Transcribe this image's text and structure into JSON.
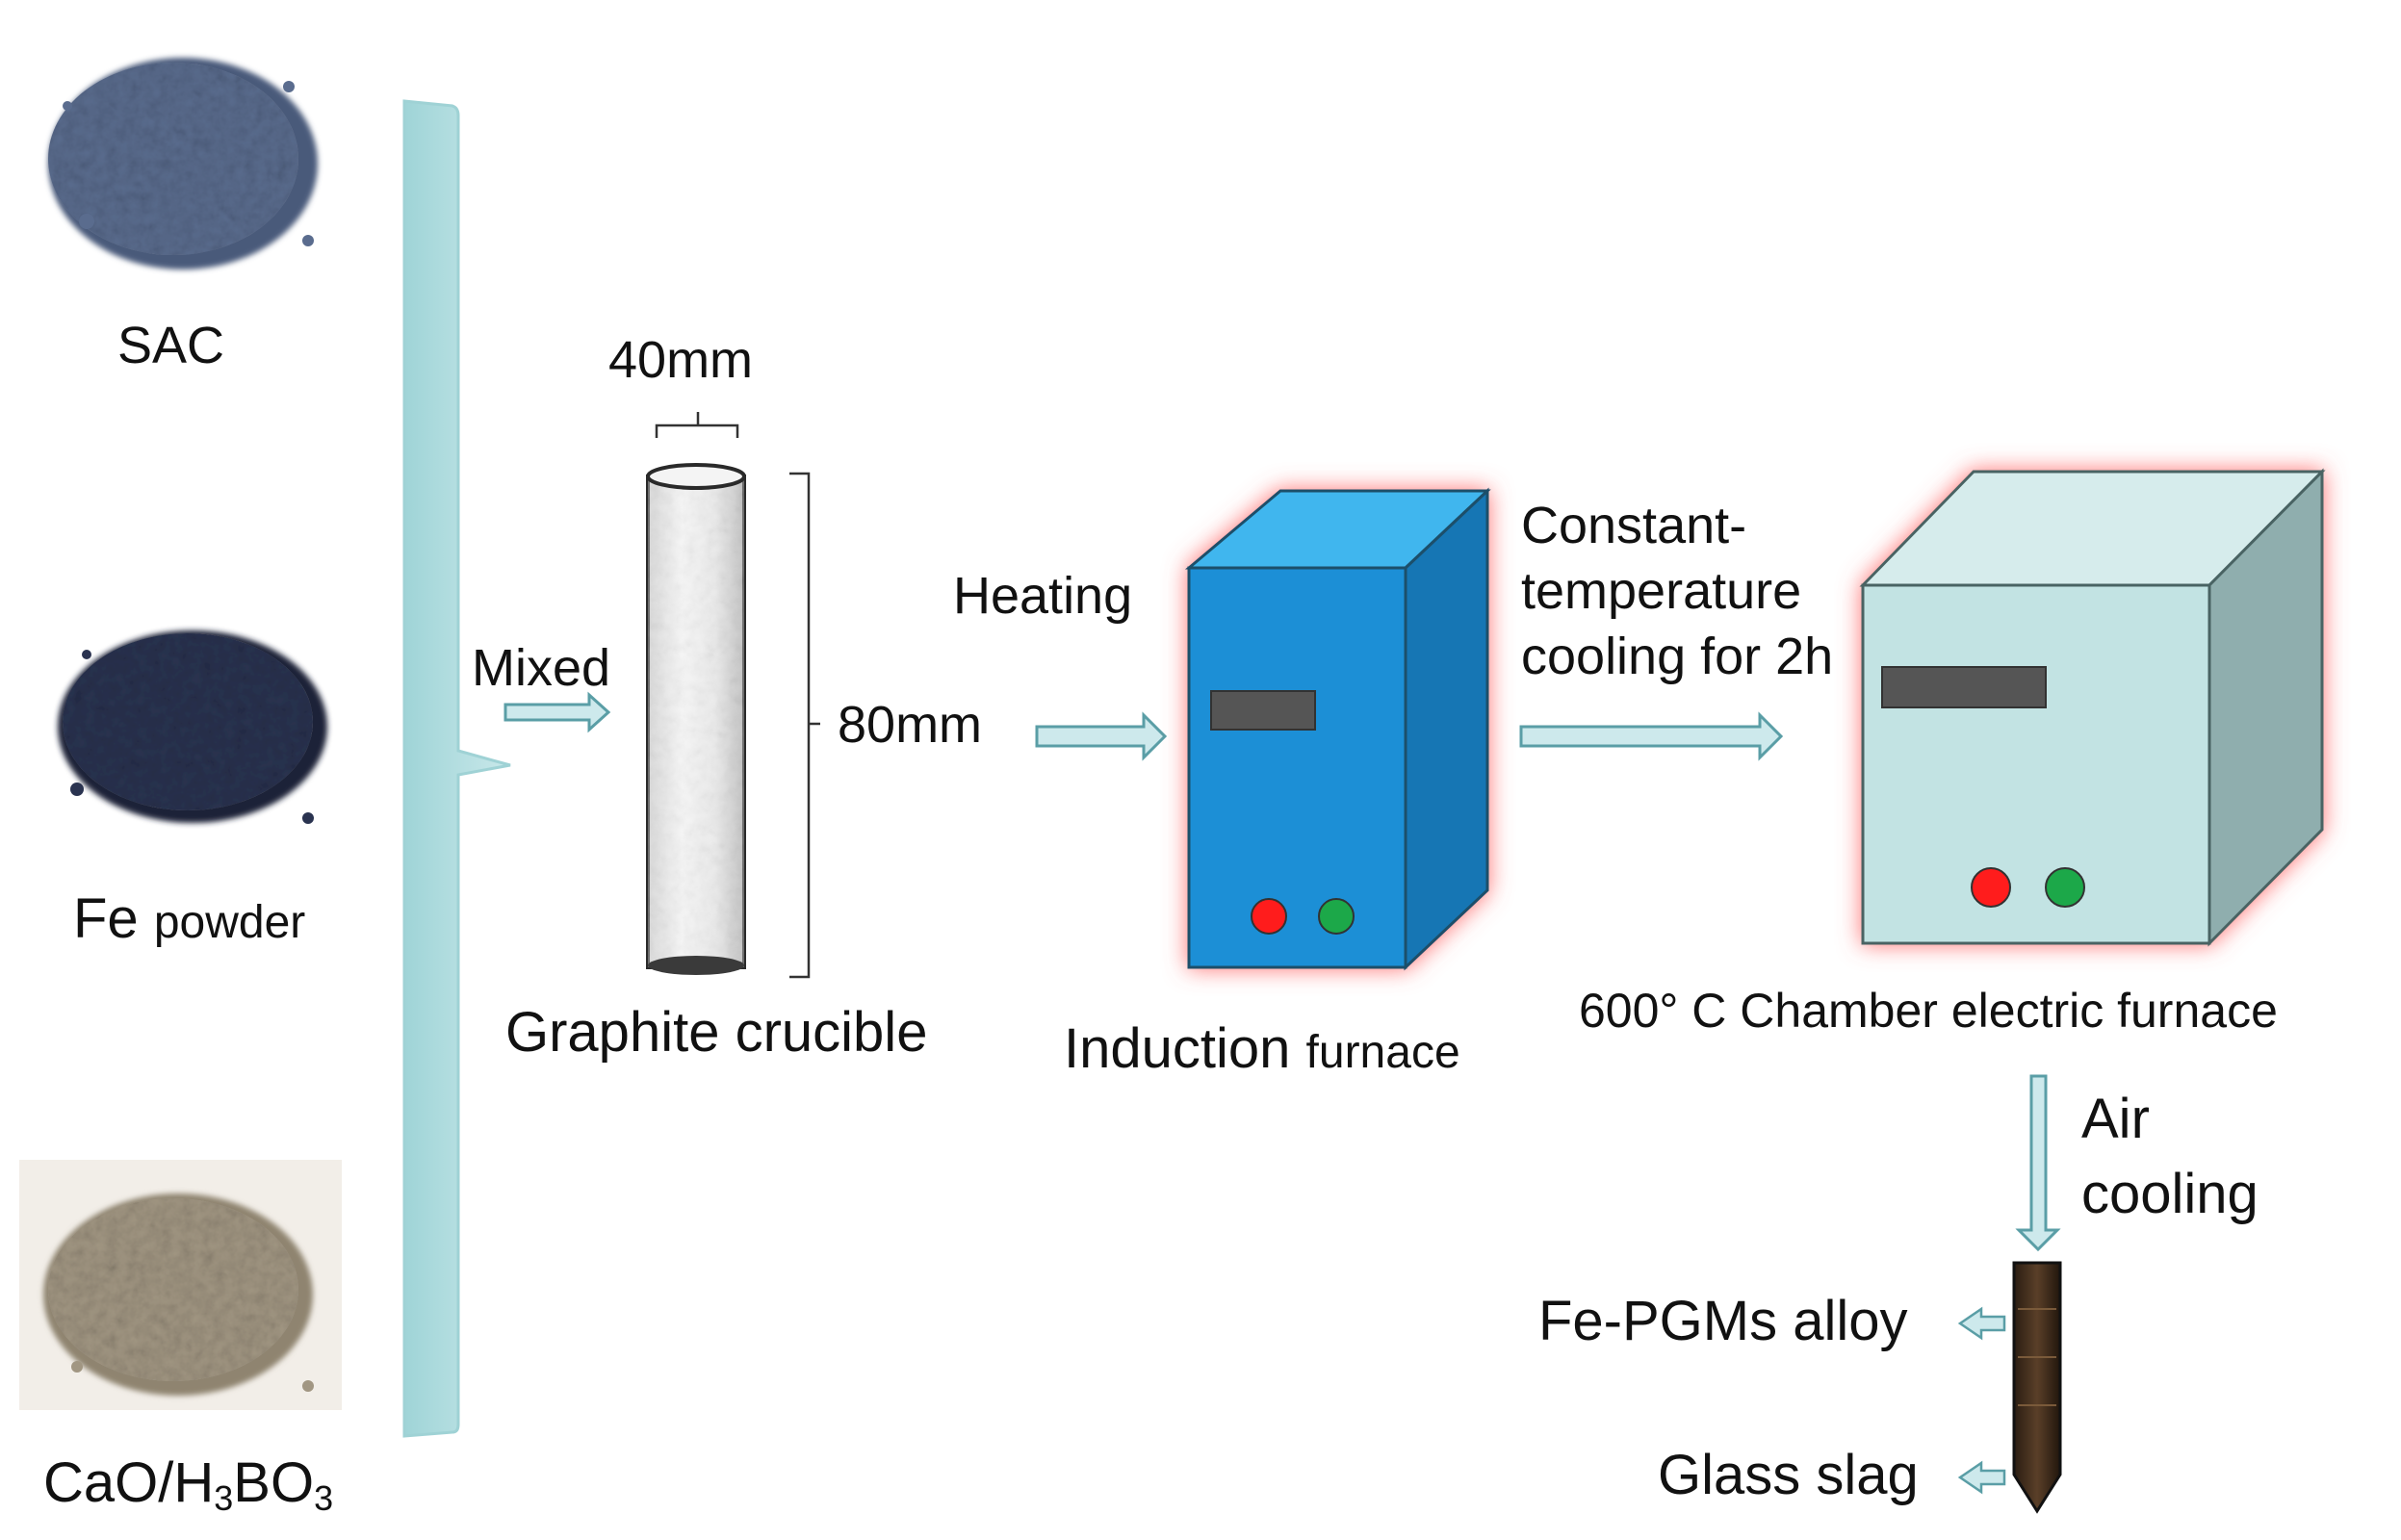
{
  "materials": {
    "sac": "SAC",
    "fe_prefix": "Fe",
    "fe_suffix": "powder",
    "cao_prefix": "CaO/H",
    "cao_sub1": "3",
    "cao_mid": "BO",
    "cao_sub2": "3"
  },
  "steps": {
    "mixed": "Mixed",
    "crucible_width": "40mm",
    "crucible_height": "80mm",
    "crucible_prefix": "Graphite",
    "crucible_suffix": "crucible",
    "heating": "Heating",
    "induction_prefix": "Induction",
    "induction_suffix": "furnace",
    "cooling_line1": "Constant-",
    "cooling_line2": "temperature",
    "cooling_line3": "cooling for 2h",
    "chamber_label": "600° C Chamber electric furnace",
    "air_line1": "Air",
    "air_line2": "cooling",
    "alloy": "Fe-PGMs alloy",
    "slag": "Glass slag"
  },
  "colors": {
    "arrow_fill": "#cde9ec",
    "arrow_stroke": "#5a9ea6",
    "bracket": "#a9d9dc",
    "induction_front": "#1a8fd6",
    "induction_top": "#3fb6ee",
    "induction_side": "#1676b4",
    "chamber_front": "#c2e3e3",
    "chamber_top": "#d6ecec",
    "chamber_side": "#8faeae",
    "glow": "#ff6b6b",
    "button_red": "#ff1a1a",
    "button_green": "#1aa84a",
    "display": "#555555"
  }
}
